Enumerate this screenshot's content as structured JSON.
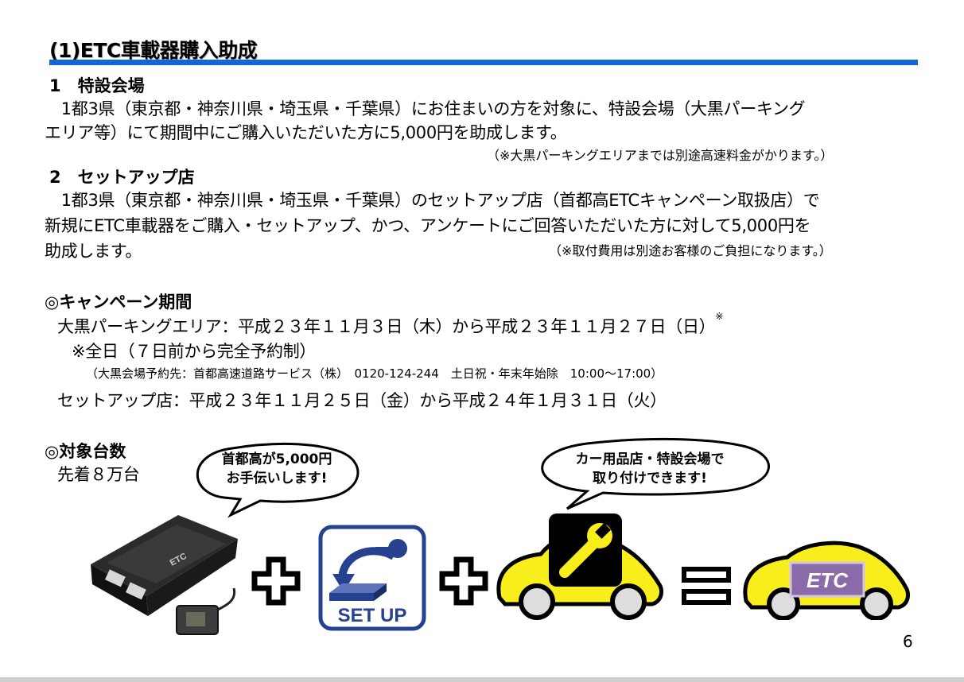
{
  "title": "(1)ETC車載器購入助成",
  "section1": {
    "heading": "1　特設会場",
    "line1": "　1都3県（東京都・神奈川県・埼玉県・千葉県）にお住まいの方を対象に、特設会場（大黒パーキング",
    "line2": "エリア等）にて期間中にご購入いただいた方に5,000円を助成します。",
    "note": "（※大黒パーキングエリアまでは別途高速料金がかります。）"
  },
  "section2": {
    "heading": "2　セットアップ店",
    "line1": "　1都3県（東京都・神奈川県・埼玉県・千葉県）のセットアップ店（首都高ETCキャンペーン取扱店）で",
    "line2": "新規にETC車載器をご購入・セットアップ、かつ、アンケートにご回答いただいた方に対して5,000円を",
    "line3": "助成します。",
    "note": "（※取付費用は別途お客様のご負担になります。）"
  },
  "campaign": {
    "heading": "◎キャンペーン期間",
    "daikoku": "大黒パーキングエリア：平成２３年１１月３日（木）から平成２３年１１月２７日（日）",
    "daikoku_mark": "※",
    "allday": "※全日（７日前から完全予約制）",
    "reservation": "（大黒会場予約先：首都高速道路サービス（株）　0120-124-244　土日祝・年末年始除　10:00～17:00）",
    "setup_shop": "セットアップ店：平成２３年１１月２５日（金）から平成２４年１月３１日（火）"
  },
  "target": {
    "heading": "◎対象台数",
    "count": "先着８万台"
  },
  "illustration": {
    "bubble1_line1": "首都高が5,000円",
    "bubble1_line2": "お手伝いします!",
    "bubble2_line1": "カー用品店・特設会場で",
    "bubble2_line2": "取り付けできます!",
    "device_label": "ETC",
    "setup_label": "SET UP",
    "etc_badge": "ETC"
  },
  "colors": {
    "rule_blue": "#1466d8",
    "car_yellow": "#f7ee1c",
    "setup_blue": "#25418f",
    "etc_purple": "#8a6aa8"
  },
  "page_number": "6"
}
